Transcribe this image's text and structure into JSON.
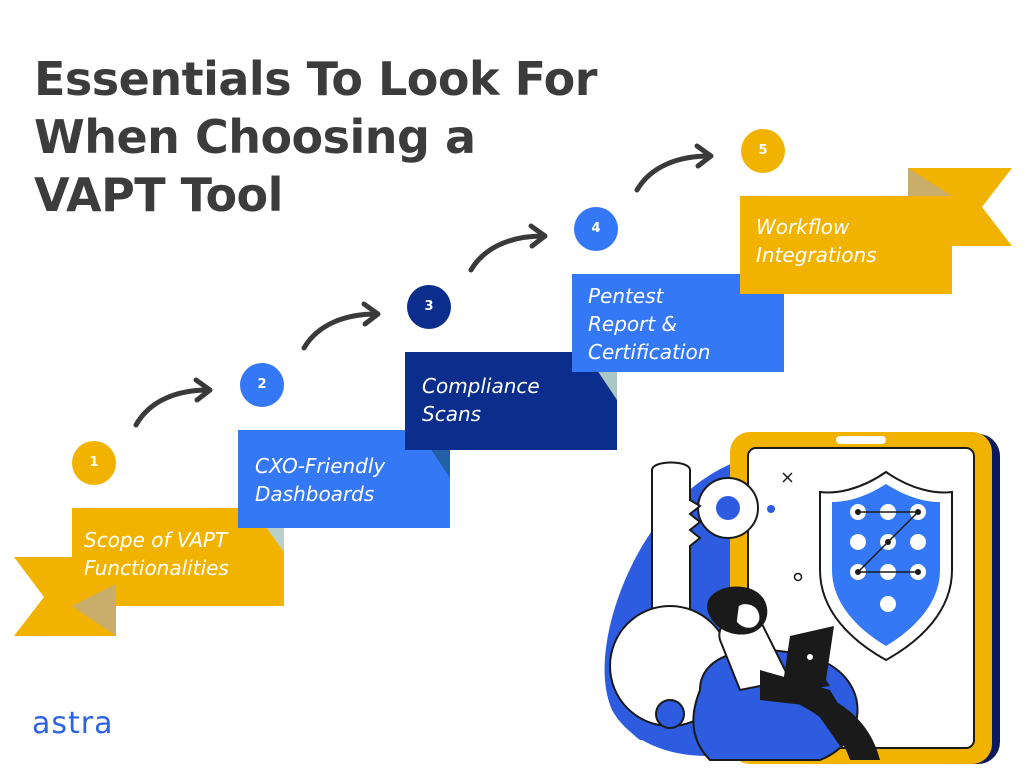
{
  "title_lines": [
    "Essentials To Look For",
    "When Choosing a",
    "VAPT Tool"
  ],
  "steps": [
    {
      "number": "1",
      "lines": [
        "Scope of VAPT",
        "Functionalities"
      ]
    },
    {
      "number": "2",
      "lines": [
        "CXO-Friendly",
        "Dashboards"
      ]
    },
    {
      "number": "3",
      "lines": [
        "Compliance",
        "Scans"
      ]
    },
    {
      "number": "4",
      "lines": [
        "Pentest",
        "Report &",
        "Certification"
      ]
    },
    {
      "number": "5",
      "lines": [
        "Workflow",
        "Integrations"
      ]
    }
  ],
  "brand": "astra",
  "colors": {
    "yellow": "#f2b300",
    "blue": "#3578f6",
    "navy": "#0b2d8c",
    "title": "#3c3c3c",
    "arrow": "#3a3a3a"
  },
  "icons": {
    "arrow": "curved-arrow-icon",
    "shield": "shield-icon",
    "key": "key-icon",
    "gear": "gear-icon",
    "laptop": "laptop-icon"
  }
}
